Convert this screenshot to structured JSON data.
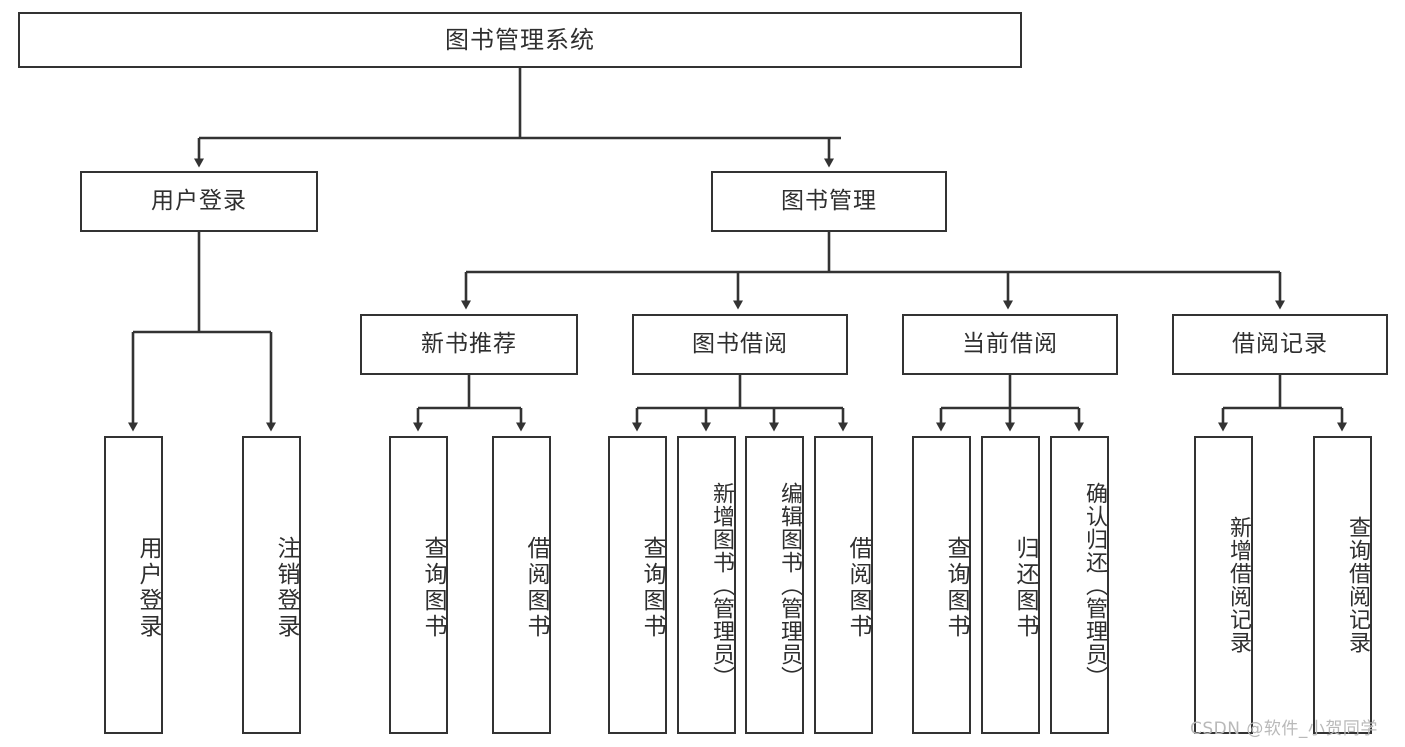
{
  "diagram": {
    "title": "图书管理系统",
    "type": "hierarchy-tree",
    "watermark": "CSDN @软件_小贺同学",
    "colors": {
      "background": "#ffffff",
      "box_border": "#333333",
      "text": "#2f2f2f",
      "edge": "#333333",
      "watermark": "#b9b9b9"
    }
  },
  "nodes": {
    "root": {
      "label": "图书管理系统",
      "level": 1
    },
    "level2": [
      {
        "id": "user-login",
        "label": "用户登录"
      },
      {
        "id": "book-manage",
        "label": "图书管理"
      }
    ],
    "level3": [
      {
        "id": "new-book-recommend",
        "label": "新书推荐",
        "parent": "book-manage"
      },
      {
        "id": "book-borrow",
        "label": "图书借阅",
        "parent": "book-manage"
      },
      {
        "id": "current-borrow",
        "label": "当前借阅",
        "parent": "book-manage"
      },
      {
        "id": "borrow-record",
        "label": "借阅记录",
        "parent": "book-manage"
      }
    ],
    "leaves": [
      {
        "id": "leaf-user-login",
        "label": "用户登录",
        "parent": "user-login"
      },
      {
        "id": "leaf-logout-login",
        "label": "注销登录",
        "parent": "user-login"
      },
      {
        "id": "leaf-query-book-1",
        "label": "查询图书",
        "parent": "new-book-recommend"
      },
      {
        "id": "leaf-borrow-book-1",
        "label": "借阅图书",
        "parent": "new-book-recommend"
      },
      {
        "id": "leaf-query-book-2",
        "label": "查询图书",
        "parent": "book-borrow"
      },
      {
        "id": "leaf-add-book",
        "label": "新增图书（管理员）",
        "parent": "book-borrow"
      },
      {
        "id": "leaf-edit-book",
        "label": "编辑图书（管理员）",
        "parent": "book-borrow"
      },
      {
        "id": "leaf-borrow-book-2",
        "label": "借阅图书",
        "parent": "book-borrow"
      },
      {
        "id": "leaf-query-book-3",
        "label": "查询图书",
        "parent": "current-borrow"
      },
      {
        "id": "leaf-return-book",
        "label": "归还图书",
        "parent": "current-borrow"
      },
      {
        "id": "leaf-confirm-return",
        "label": "确认归还（管理员）",
        "parent": "current-borrow"
      },
      {
        "id": "leaf-add-record",
        "label": "新增借阅记录",
        "parent": "borrow-record"
      },
      {
        "id": "leaf-query-record",
        "label": "查询借阅记录",
        "parent": "borrow-record"
      }
    ]
  }
}
